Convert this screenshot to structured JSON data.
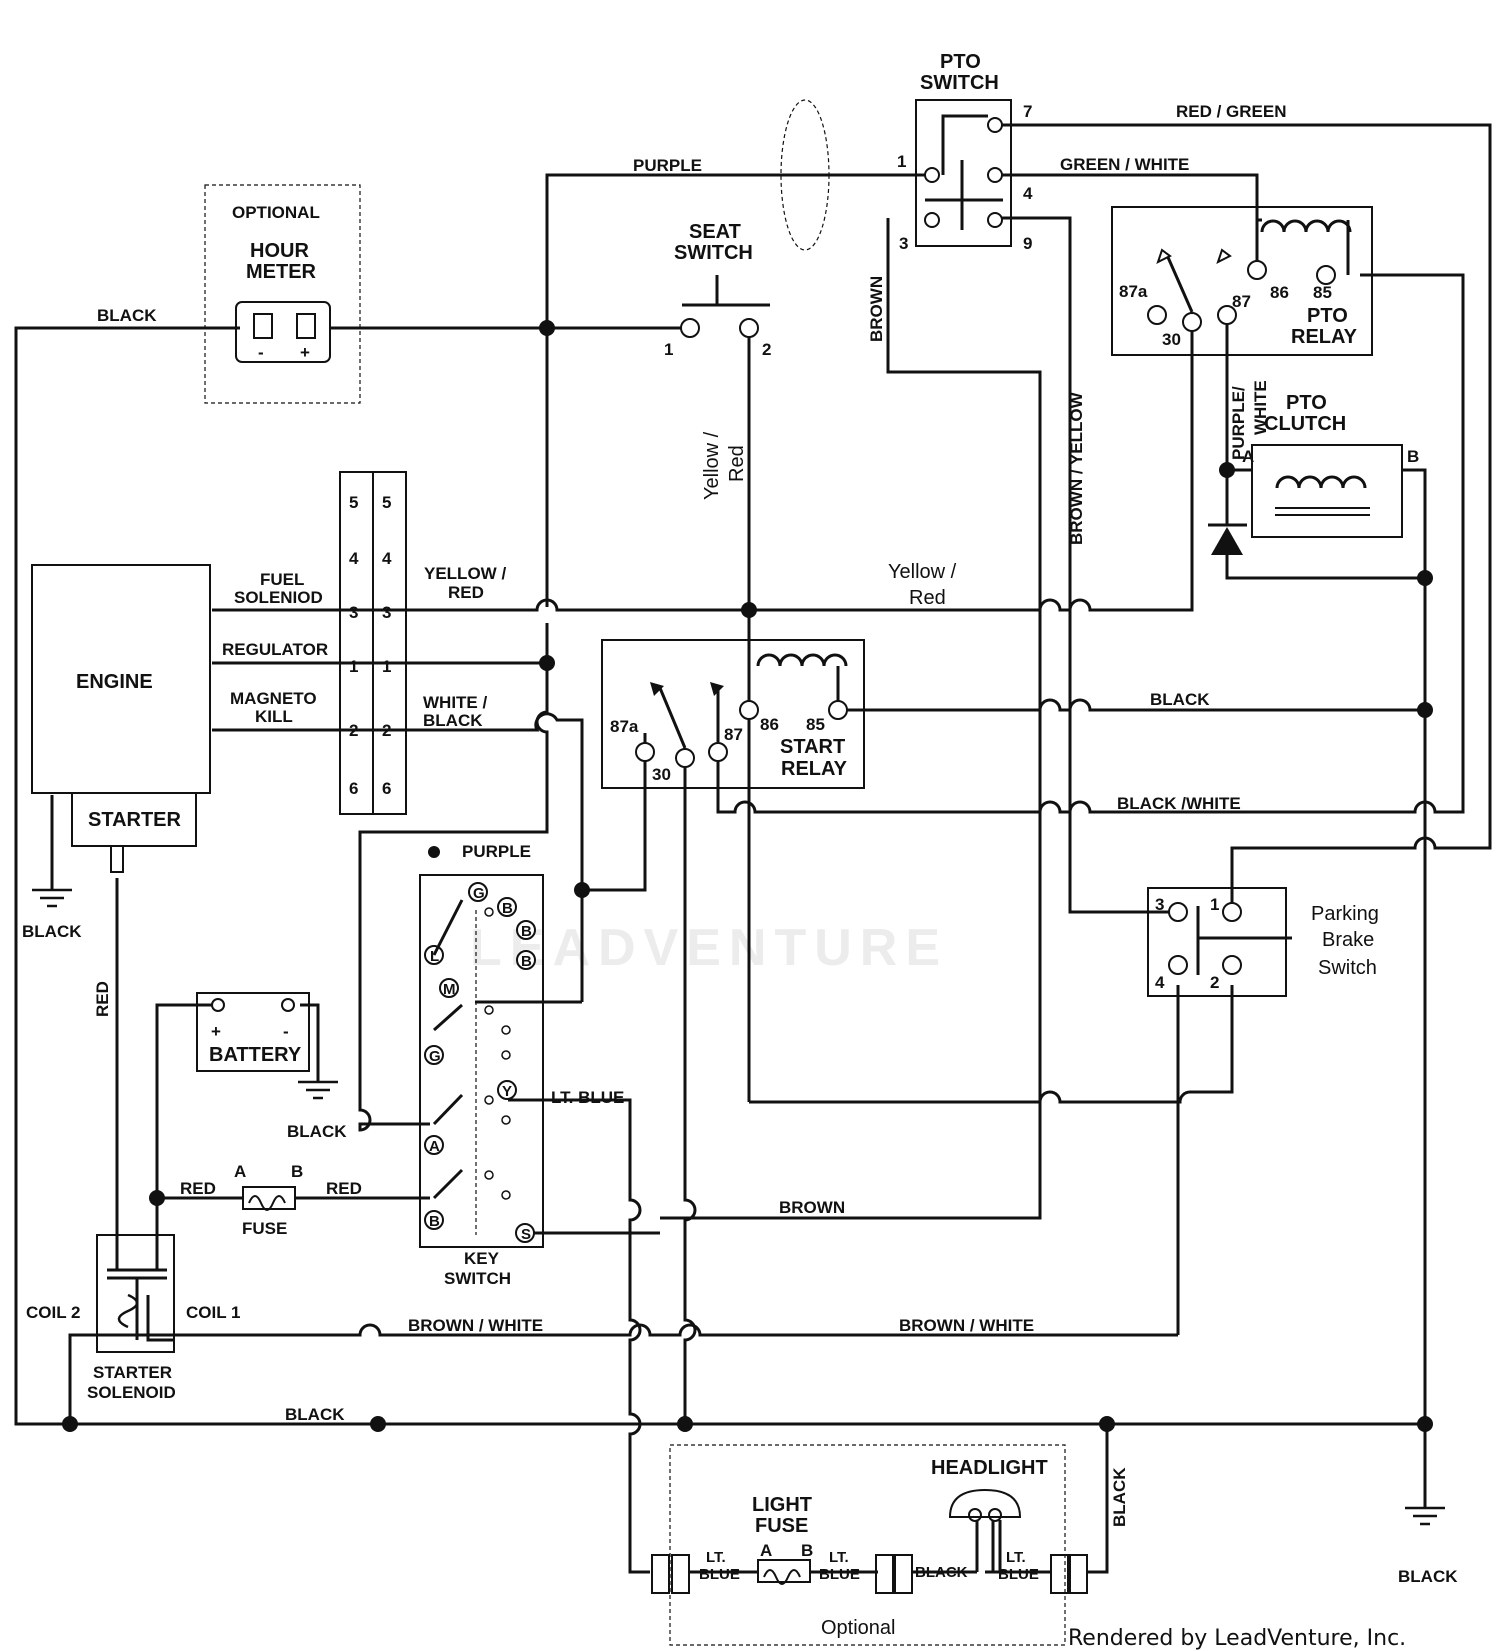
{
  "components": {
    "engine": "ENGINE",
    "starter": "STARTER",
    "battery": "BATTERY",
    "fuse": "FUSE",
    "key_switch": [
      "KEY",
      "SWITCH"
    ],
    "starter_solenoid": [
      "STARTER",
      "SOLENOID"
    ],
    "coil2": "COIL 2",
    "coil1": "COIL 1",
    "hour_meter_optional": "OPTIONAL",
    "hour_meter": [
      "HOUR",
      "METER"
    ],
    "seat_switch": [
      "SEAT",
      "SWITCH"
    ],
    "pto_switch": [
      "PTO",
      "SWITCH"
    ],
    "pto_relay": [
      "PTO",
      "RELAY"
    ],
    "pto_clutch": [
      "PTO",
      "CLUTCH"
    ],
    "start_relay": [
      "START",
      "RELAY"
    ],
    "parking_brake_switch": [
      "Parking",
      "Brake",
      "Switch"
    ],
    "headlight": "HEADLIGHT",
    "light_fuse": [
      "LIGHT",
      "FUSE"
    ],
    "optional": "Optional",
    "footer": "Rendered by LeadVenture, Inc.",
    "watermark": "LEADVENTURE"
  },
  "engine_pins": [
    {
      "label": [
        "FUEL",
        "SOLENIOD"
      ],
      "pin": "3"
    },
    {
      "label": [
        "REGULATOR"
      ],
      "pin": "1"
    },
    {
      "label": [
        "MAGNETO",
        "KILL"
      ],
      "pin": "2"
    }
  ],
  "connector_pins": [
    "5",
    "4",
    "3",
    "1",
    "2",
    "6"
  ],
  "key_switch_terminals": [
    "G",
    "B",
    "B",
    "B",
    "L",
    "M",
    "G",
    "Y",
    "A",
    "B",
    "S"
  ],
  "relay_terminals": [
    "87a",
    "30",
    "87",
    "86",
    "85"
  ],
  "pto_switch_terminals": [
    "7",
    "1",
    "4",
    "3",
    "9"
  ],
  "parking_brake_terminals": [
    "3",
    "1",
    "4",
    "2"
  ],
  "fuse_terminals": [
    "A",
    "B"
  ],
  "polarity": [
    "+",
    "-"
  ],
  "wire_labels": {
    "black": "BLACK",
    "black_white": "BLACK /WHITE",
    "purple": "PURPLE",
    "red": "RED",
    "red_green": "RED / GREEN",
    "green_white": "GREEN / WHITE",
    "brown": "BROWN",
    "brown_yellow": "BROWN / YELLOW",
    "brown_white": "BROWN / WHITE",
    "purple_white": [
      "PURPLE/",
      "WHITE"
    ],
    "yellow_red_caps": [
      "YELLOW /",
      "RED"
    ],
    "yellow_red": [
      "Yellow /",
      "Red"
    ],
    "white_black": [
      "WHITE /",
      "BLACK"
    ],
    "lt_blue": "LT. BLUE",
    "lt_blue_stacked": [
      "LT.",
      "BLUE"
    ]
  },
  "seat_switch_terminals": [
    "1",
    "2"
  ],
  "clutch_terminals": [
    "A",
    "B"
  ]
}
